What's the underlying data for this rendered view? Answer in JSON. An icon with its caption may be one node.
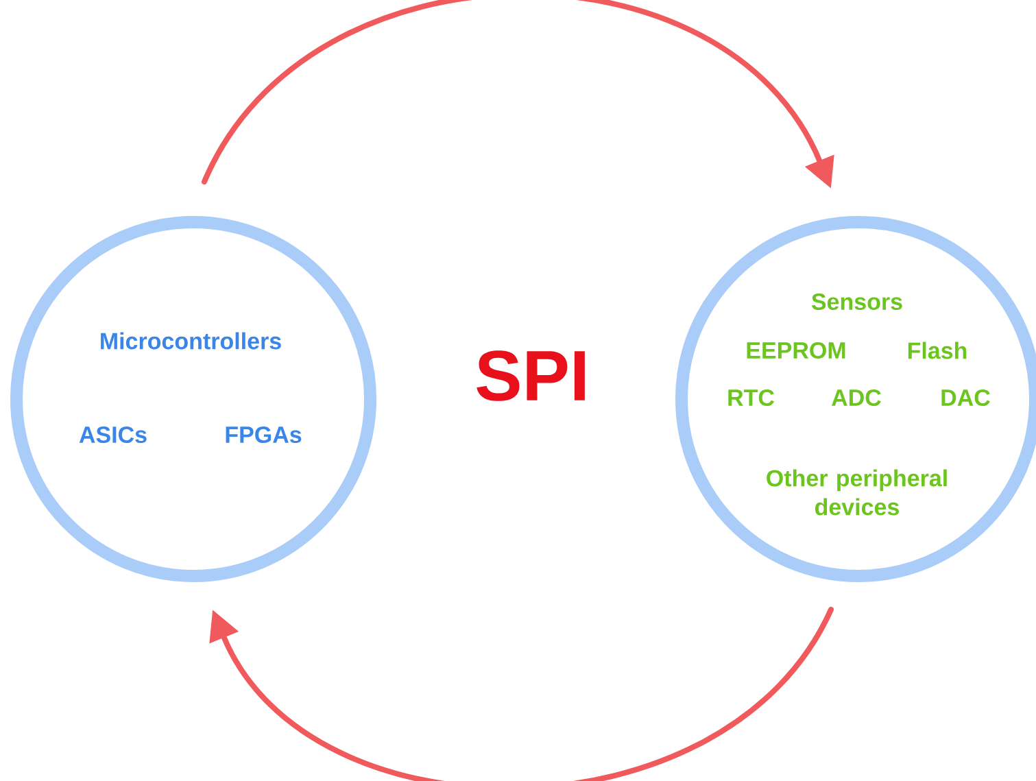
{
  "diagram": {
    "nodes": [
      {
        "text": [
          "Microcontrollers",
          "ASICs",
          "FPGAs"
        ]
      },
      {
        "text": [
          "Sensors",
          "EEPROM",
          "Flash",
          "RTC",
          "ADC",
          "DAC",
          "Other peripheral devices"
        ]
      }
    ],
    "edges": [
      {
        "from": 0,
        "to": 1,
        "arrow": "to"
      },
      {
        "from": 1,
        "to": 0,
        "arrow": "to"
      }
    ],
    "labels": [
      "SPI"
    ]
  }
}
